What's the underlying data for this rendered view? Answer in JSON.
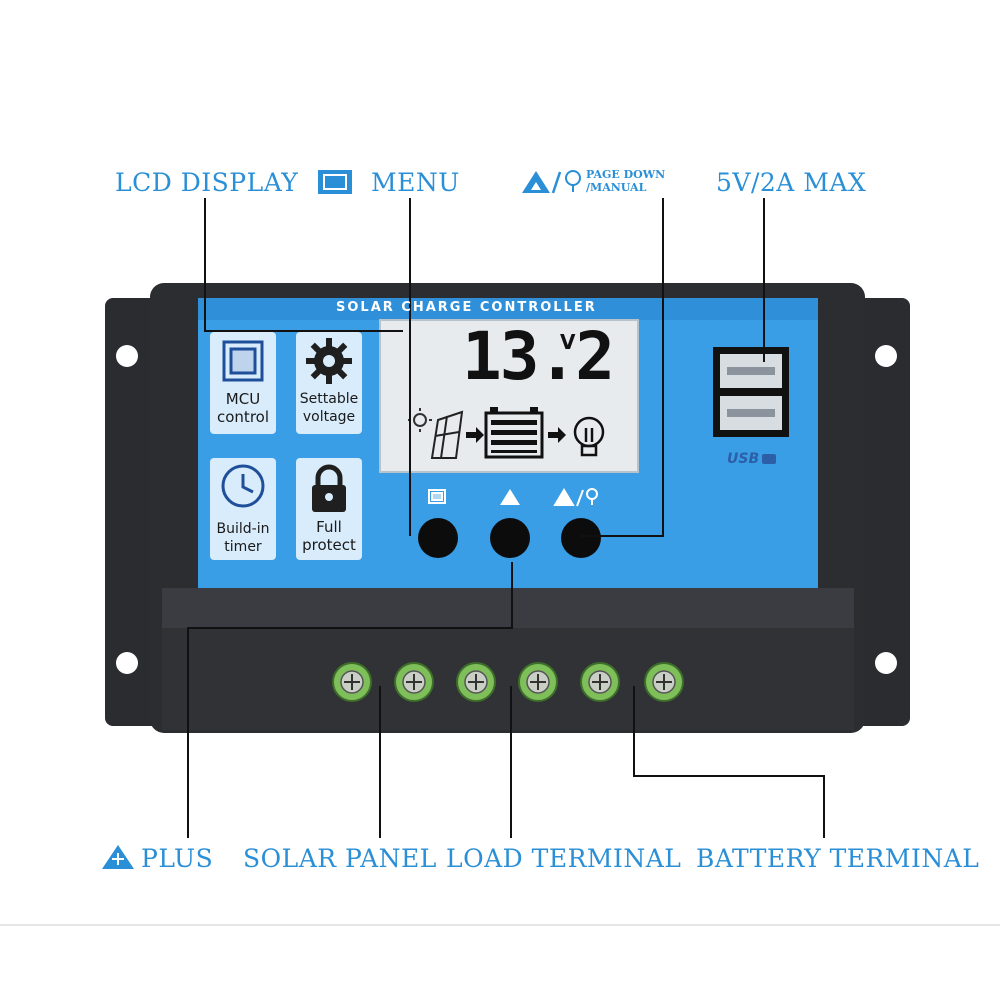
{
  "callouts": {
    "lcd_display": "LCD DISPLAY",
    "menu": "MENU",
    "page_down_line1": "PAGE DOWN",
    "page_down_line2": "/MANUAL",
    "usb_max": "5V/2A MAX",
    "plus": "PLUS",
    "solar_panel": "SOLAR PANEL",
    "load_terminal": "LOAD TERMINAL",
    "battery_terminal": "BATTERY TERMINAL"
  },
  "device": {
    "title": "SOLAR CHARGE CONTROLLER",
    "lcd_reading": "13.2",
    "lcd_unit": "V",
    "usb_label": "USB",
    "features": [
      {
        "line1": "MCU",
        "line2": "control"
      },
      {
        "line1": "Settable",
        "line2": "voltage"
      },
      {
        "line1": "Build-in",
        "line2": "timer"
      },
      {
        "line1": "Full",
        "line2": "protect"
      }
    ]
  },
  "colors": {
    "accent": "#2a8fd6",
    "panel_blue": "#3a9ee6",
    "housing": "#2b2d31"
  }
}
